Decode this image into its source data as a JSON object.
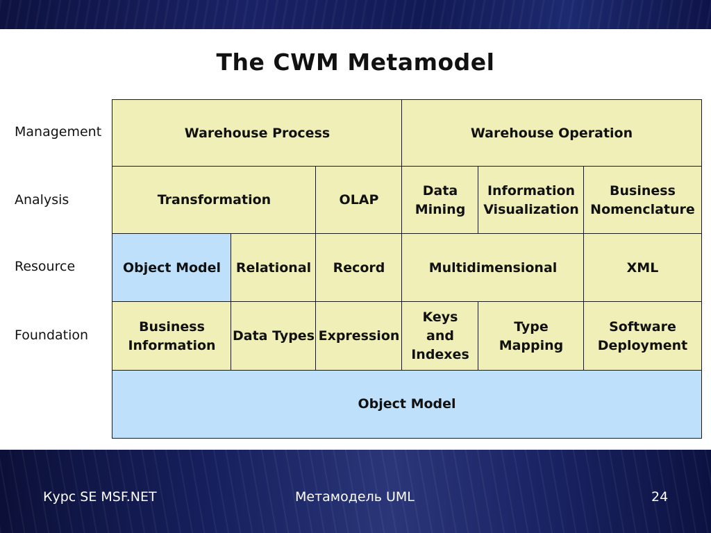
{
  "slide": {
    "title": "The CWM Metamodel",
    "row_labels": [
      "Management",
      "Analysis",
      "Resource",
      "Foundation"
    ],
    "cells": {
      "warehouse_process": "Warehouse Process",
      "warehouse_operation": "Warehouse Operation",
      "transformation": "Transformation",
      "olap": "OLAP",
      "data_mining": "Data\nMining",
      "information_visualization": "Information\nVisualization",
      "business_nomenclature": "Business\nNomenclature",
      "object_model_resource": "Object Model",
      "relational": "Relational",
      "record": "Record",
      "multidimensional": "Multidimensional",
      "xml": "XML",
      "business_information": "Business\nInformation",
      "data_types": "Data Types",
      "expression": "Expression",
      "keys_and_indexes": "Keys\nand\nIndexes",
      "type_mapping": "Type\nMapping",
      "software_deployment": "Software\nDeployment",
      "object_model_base": "Object Model"
    },
    "colors": {
      "package": "#efefb7",
      "object_model": "#bfe0fb",
      "band": "#141b5c"
    }
  },
  "footer": {
    "course": "Курс SE MSF.NET",
    "topic": "Метамодель UML",
    "page": "24"
  }
}
